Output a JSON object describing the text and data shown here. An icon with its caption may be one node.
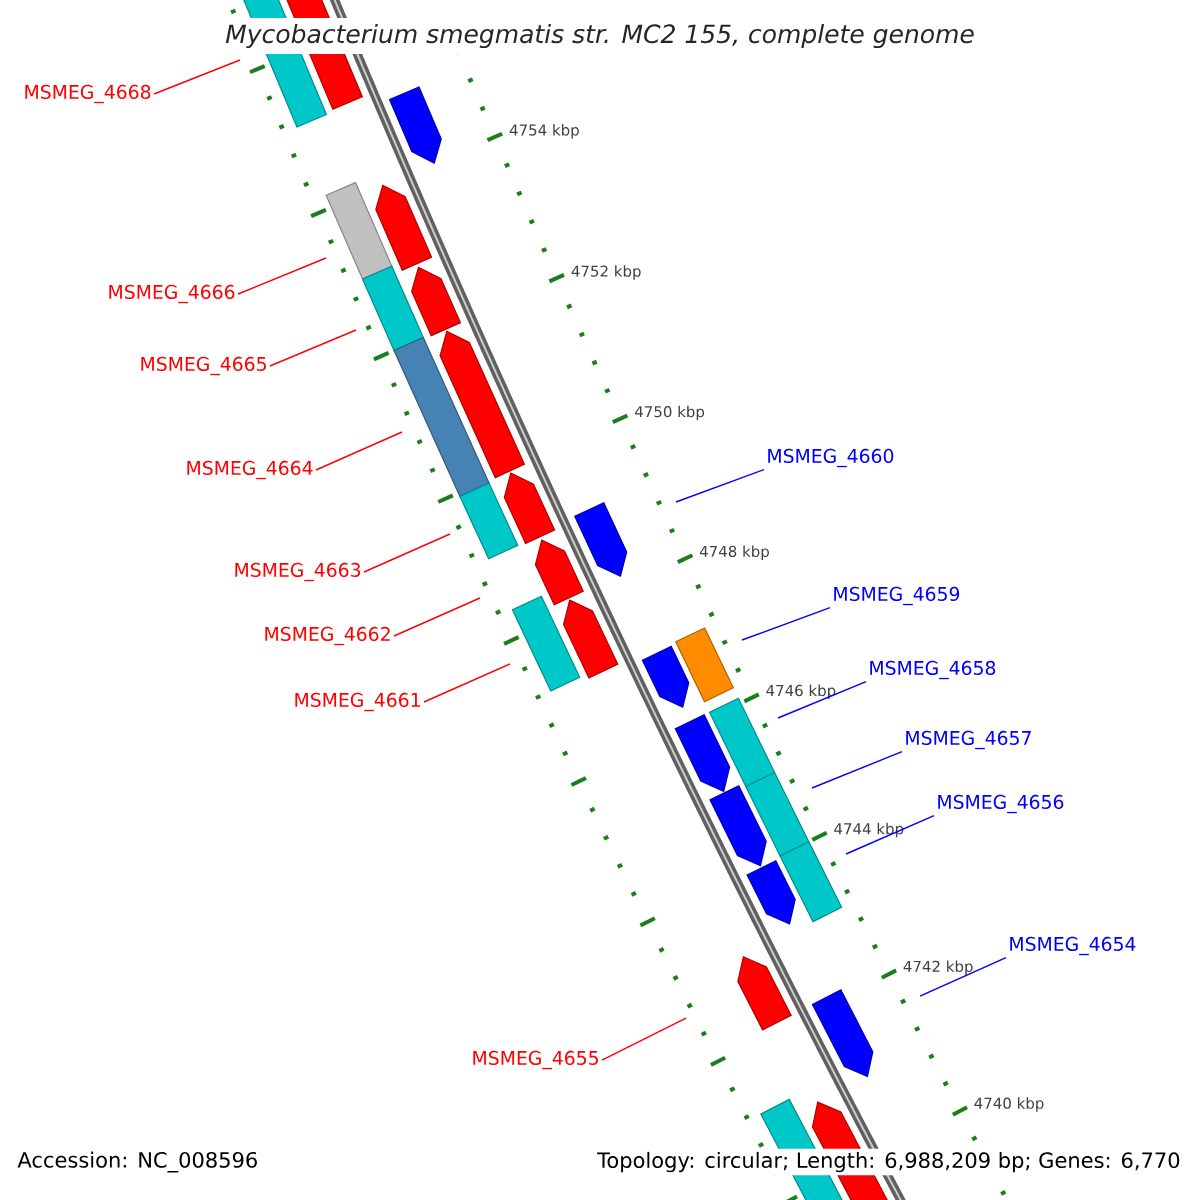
{
  "diagram": {
    "title": "Mycobacterium smegmatis str. MC2 155, complete genome",
    "nodes": [
      {
        "text": [
          "MSMEG_4668"
        ]
      },
      {
        "text": [
          "MSMEG_4666"
        ]
      },
      {
        "text": [
          "MSMEG_4665"
        ]
      },
      {
        "text": [
          "MSMEG_4660"
        ]
      },
      {
        "text": [
          "MSMEG_4664"
        ]
      },
      {
        "text": [
          "MSMEG_4663"
        ]
      },
      {
        "text": [
          "MSMEG_4659"
        ]
      },
      {
        "text": [
          "MSMEG_4662"
        ]
      },
      {
        "text": [
          "MSMEG_4658"
        ]
      },
      {
        "text": [
          "MSMEG_4661"
        ]
      },
      {
        "text": [
          "MSMEG_4657"
        ]
      },
      {
        "text": [
          "MSMEG_4656"
        ]
      },
      {
        "text": [
          "MSMEG_4654"
        ]
      },
      {
        "text": [
          "MSMEG_4655"
        ]
      }
    ],
    "edges": [
      {
        "from": 0,
        "to": null,
        "arrow": "none"
      },
      {
        "from": 1,
        "to": null,
        "arrow": "none"
      },
      {
        "from": 2,
        "to": null,
        "arrow": "none"
      },
      {
        "from": 3,
        "to": null,
        "arrow": "none",
        "color": "#0000ff"
      },
      {
        "from": 4,
        "to": null,
        "arrow": "none"
      },
      {
        "from": 5,
        "to": null,
        "arrow": "none"
      },
      {
        "from": 6,
        "to": null,
        "arrow": "none",
        "color": "#0000ff"
      },
      {
        "from": 7,
        "to": null,
        "arrow": "none"
      },
      {
        "from": 8,
        "to": null,
        "arrow": "none",
        "color": "#0000ff"
      },
      {
        "from": 9,
        "to": null,
        "arrow": "none"
      },
      {
        "from": 10,
        "to": null,
        "arrow": "none",
        "color": "#0000ff"
      },
      {
        "from": 11,
        "to": null,
        "arrow": "none",
        "color": "#0000ff"
      },
      {
        "from": 12,
        "to": null,
        "arrow": "none",
        "color": "#0000ff"
      },
      {
        "from": 13,
        "to": null,
        "arrow": "none"
      }
    ],
    "labels": [
      "4754 kbp",
      "4752 kbp",
      "4750 kbp",
      "4748 kbp",
      "4746 kbp",
      "4744 kbp",
      "4742 kbp",
      "4740 kbp",
      "Accession: NC_008596",
      "Topology: circular; Length: 6,988,209 bp; Genes: 6,770"
    ]
  }
}
